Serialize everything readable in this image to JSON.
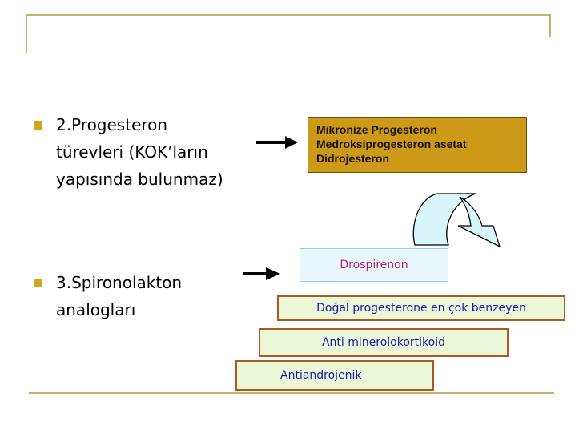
{
  "bullets": [
    {
      "lines": [
        "2.Progesteron",
        "türevleri (KOK’ların",
        "yapısında bulunmaz)"
      ]
    },
    {
      "lines": [
        "3.Spironolakton",
        "analogları"
      ]
    }
  ],
  "progesterone_drugs": [
    "Mikronize Progesteron",
    "Medroksiprogesteron asetat",
    "Didrojesteron"
  ],
  "drospirenone": "Drospirenon",
  "properties": [
    "Doğal progesterone en çok benzeyen",
    "Anti minerolokortikoid",
    "Antiandrojenik"
  ],
  "colors": {
    "frame": "#c8b070",
    "bullet": "#d1a820",
    "drug_box": "#cc9a18",
    "drospirenone_text": "#c0158c",
    "property_text": "#1a1aa8",
    "property_border": "#a85822",
    "curved_arrow_fill": "#d8f6fa"
  }
}
